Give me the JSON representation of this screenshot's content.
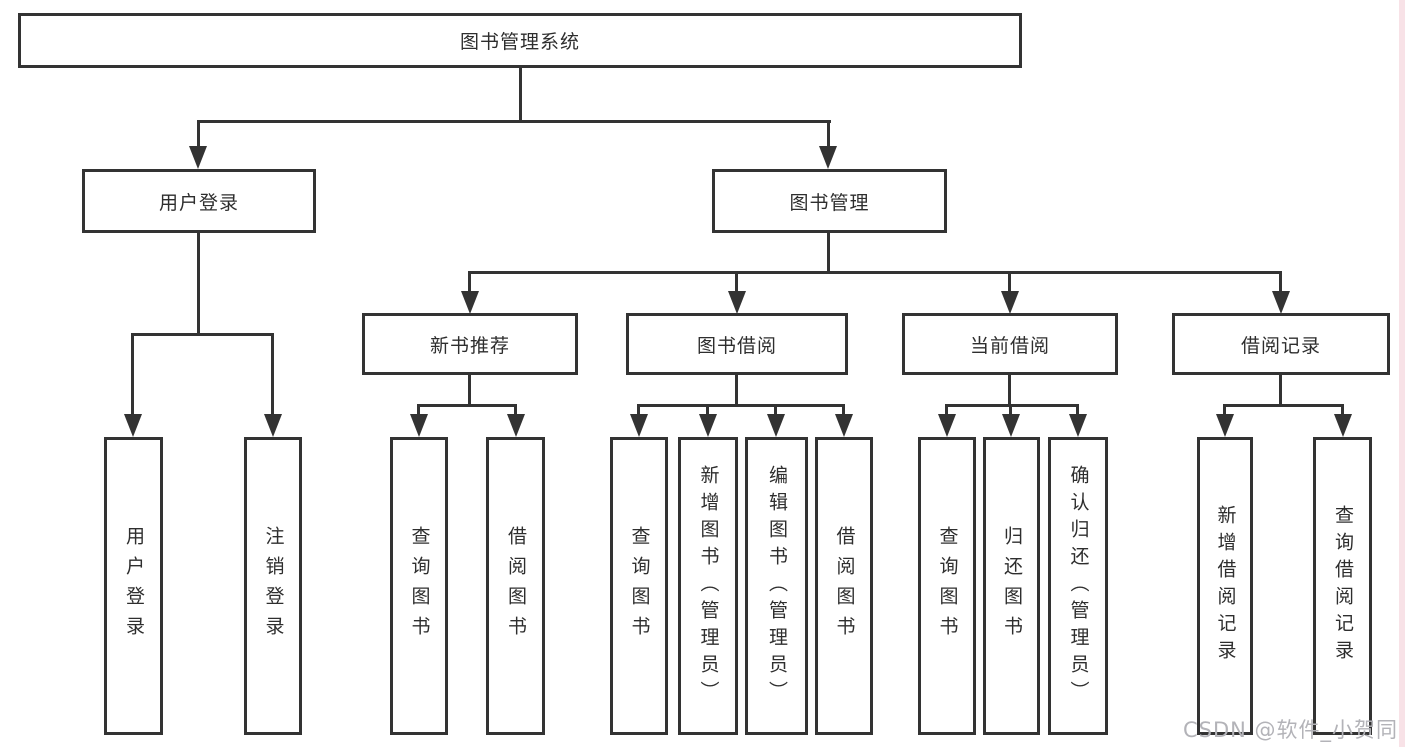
{
  "diagram": {
    "root": {
      "label": "图书管理系统"
    },
    "level2": [
      {
        "label": "用户登录"
      },
      {
        "label": "图书管理"
      }
    ],
    "level3": [
      {
        "label": "新书推荐"
      },
      {
        "label": "图书借阅"
      },
      {
        "label": "当前借阅"
      },
      {
        "label": "借阅记录"
      }
    ],
    "leaves": {
      "user_login": [
        "用户登录",
        "注销登录"
      ],
      "new_books": [
        "查询图书",
        "借阅图书"
      ],
      "book_borrow": [
        "查询图书",
        "新增图书（管理员）",
        "编辑图书（管理员）",
        "借阅图书"
      ],
      "current_borrow": [
        "查询图书",
        "归还图书",
        "确认归还（管理员）"
      ],
      "borrow_records": [
        "新增借阅记录",
        "查询借阅记录"
      ]
    }
  },
  "watermark": {
    "text": "CSDN @软件_小贺同学"
  },
  "colors": {
    "line": "#333333",
    "box_border": "#333333",
    "background": "#ffffff",
    "watermark": "#b3b3b8",
    "edge_stripe": "#f8e2e7"
  }
}
